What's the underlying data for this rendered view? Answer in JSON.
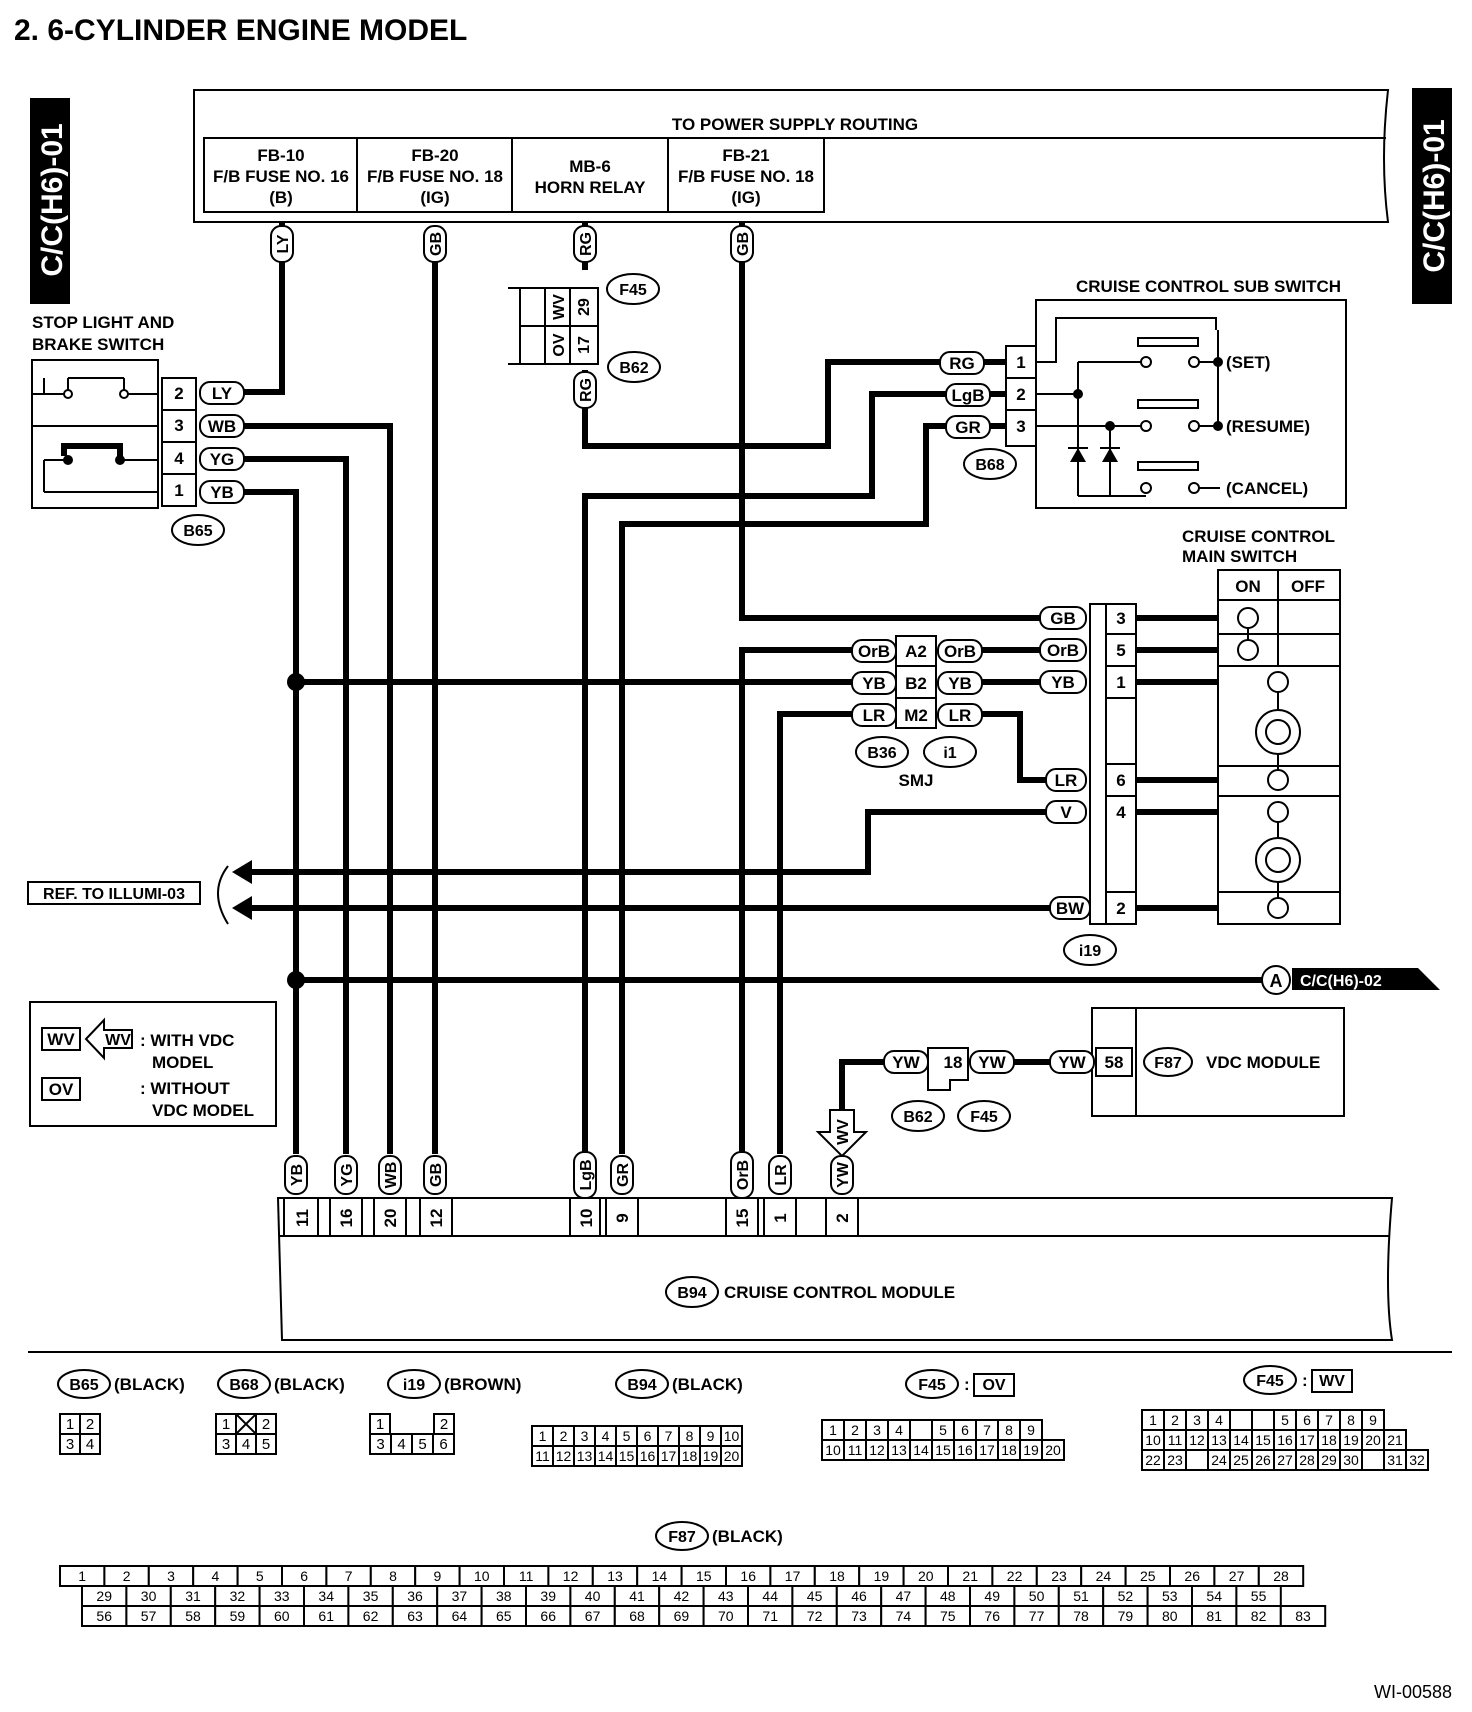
{
  "title": "2.  6-CYLINDER ENGINE MODEL",
  "side_tab": "C/C(H6)-01",
  "drawing_id": "WI-00588",
  "power_supply": {
    "heading": "TO POWER SUPPLY ROUTING",
    "cells": [
      {
        "l1": "FB-10",
        "l2": "F/B FUSE NO. 16",
        "l3": "(B)"
      },
      {
        "l1": "FB-20",
        "l2": "F/B FUSE NO. 18",
        "l3": "(IG)"
      },
      {
        "l1": "MB-6",
        "l2": "HORN RELAY",
        "l3": ""
      },
      {
        "l1": "FB-21",
        "l2": "F/B FUSE NO. 18",
        "l3": "(IG)"
      }
    ]
  },
  "wire_tags": {
    "top": [
      "LY",
      "GB",
      "RG",
      "GB"
    ],
    "f45_wv": "WV",
    "f45_wv_pin": "29",
    "f45_ov": "OV",
    "f45_ov_pin": "17",
    "rg_below": "RG",
    "bottom": [
      "YB",
      "YG",
      "WB",
      "GB",
      "LgB",
      "GR",
      "OrB",
      "LR",
      "YW"
    ],
    "bottom_pins": [
      "11",
      "16",
      "20",
      "12",
      "10",
      "9",
      "15",
      "1",
      "2"
    ],
    "wv_arrow": "WV"
  },
  "connectors": {
    "F45": "F45",
    "B62": "B62",
    "B65": "B65",
    "B68": "B68",
    "B36": "B36",
    "i1": "i1",
    "i19": "i19",
    "F87": "F87",
    "B94": "B94",
    "A": "A"
  },
  "stop_light": {
    "title1": "STOP LIGHT AND",
    "title2": "BRAKE SWITCH",
    "pins": [
      {
        "pin": "2",
        "color": "LY"
      },
      {
        "pin": "3",
        "color": "WB"
      },
      {
        "pin": "4",
        "color": "YG"
      },
      {
        "pin": "1",
        "color": "YB"
      }
    ]
  },
  "sub_switch": {
    "title": "CRUISE CONTROL SUB SWITCH",
    "pins": [
      {
        "color": "RG",
        "pin": "1"
      },
      {
        "color": "LgB",
        "pin": "2"
      },
      {
        "color": "GR",
        "pin": "3"
      }
    ],
    "labels": [
      "(SET)",
      "(RESUME)",
      "(CANCEL)"
    ]
  },
  "main_switch": {
    "title1": "CRUISE CONTROL",
    "title2": "MAIN SWITCH",
    "on": "ON",
    "off": "OFF",
    "pins": [
      {
        "color": "GB",
        "pin": "3"
      },
      {
        "color": "OrB",
        "pin": "5"
      },
      {
        "color": "YB",
        "pin": "1"
      },
      {
        "color": "LR",
        "pin": "6"
      },
      {
        "color": "V",
        "pin": "4"
      },
      {
        "color": "BW",
        "pin": "2"
      }
    ]
  },
  "smj": {
    "label": "SMJ",
    "rows": [
      {
        "left": "OrB",
        "pin": "A2",
        "right": "OrB"
      },
      {
        "left": "YB",
        "pin": "B2",
        "right": "YB"
      },
      {
        "left": "LR",
        "pin": "M2",
        "right": "LR"
      }
    ]
  },
  "ref_illumi": "REF. TO ILLUMI-03",
  "ref_cc02": "C/C(H6)-02",
  "legend": {
    "wv": "WV",
    "wv_text1": ": WITH VDC",
    "wv_text2": "MODEL",
    "ov": "OV",
    "ov_text1": ": WITHOUT",
    "ov_text2": "VDC MODEL"
  },
  "vdc": {
    "left_color": "YW",
    "pin": "18",
    "right_color": "YW",
    "f87_color": "YW",
    "f87_pin": "58",
    "module": "VDC MODULE"
  },
  "module_label": "CRUISE CONTROL MODULE",
  "connector_views": {
    "b65": {
      "name": "B65",
      "color": "(BLACK)",
      "top": [
        "1",
        "2"
      ],
      "bottom": [
        "3",
        "4"
      ]
    },
    "b68": {
      "name": "B68",
      "color": "(BLACK)",
      "top": [
        "1",
        "2"
      ],
      "bottom": [
        "3",
        "4",
        "5"
      ]
    },
    "i19": {
      "name": "i19",
      "color": "(BROWN)",
      "top": [
        "1",
        "2"
      ],
      "bottom": [
        "3",
        "4",
        "5",
        "6"
      ]
    },
    "b94": {
      "name": "B94",
      "color": "(BLACK)",
      "top": [
        "1",
        "2",
        "3",
        "4",
        "5",
        "6",
        "7",
        "8",
        "9",
        "10"
      ],
      "bottom": [
        "11",
        "12",
        "13",
        "14",
        "15",
        "16",
        "17",
        "18",
        "19",
        "20"
      ]
    },
    "f45ov": {
      "name": "F45",
      "variant": "OV",
      "top": [
        "1",
        "2",
        "3",
        "4",
        "",
        "5",
        "6",
        "7",
        "8",
        "9"
      ],
      "bottom": [
        "10",
        "11",
        "12",
        "13",
        "14",
        "15",
        "16",
        "17",
        "18",
        "19",
        "20"
      ]
    },
    "f45wv": {
      "name": "F45",
      "variant": "WV",
      "r1": [
        "1",
        "2",
        "3",
        "4",
        "",
        "",
        "5",
        "6",
        "7",
        "8",
        "9"
      ],
      "r2": [
        "10",
        "11",
        "12",
        "13",
        "14",
        "15",
        "16",
        "17",
        "18",
        "19",
        "20",
        "21"
      ],
      "r3": [
        "22",
        "23",
        "",
        "24",
        "25",
        "26",
        "27",
        "28",
        "29",
        "30",
        "",
        "31",
        "32"
      ]
    },
    "f87": {
      "name": "F87",
      "color": "(BLACK)",
      "r1": [
        "1",
        "2",
        "3",
        "4",
        "5",
        "6",
        "7",
        "8",
        "9",
        "10",
        "11",
        "12",
        "13",
        "14",
        "15",
        "16",
        "17",
        "18",
        "19",
        "20",
        "21",
        "22",
        "23",
        "24",
        "25",
        "26",
        "27",
        "28"
      ],
      "r2": [
        "29",
        "30",
        "31",
        "32",
        "33",
        "34",
        "35",
        "36",
        "37",
        "38",
        "39",
        "40",
        "41",
        "42",
        "43",
        "44",
        "45",
        "46",
        "47",
        "48",
        "49",
        "50",
        "51",
        "52",
        "53",
        "54",
        "55"
      ],
      "r3": [
        "56",
        "57",
        "58",
        "59",
        "60",
        "61",
        "62",
        "63",
        "64",
        "65",
        "66",
        "67",
        "68",
        "69",
        "70",
        "71",
        "72",
        "73",
        "74",
        "75",
        "76",
        "77",
        "78",
        "79",
        "80",
        "81",
        "82",
        "83"
      ]
    }
  }
}
